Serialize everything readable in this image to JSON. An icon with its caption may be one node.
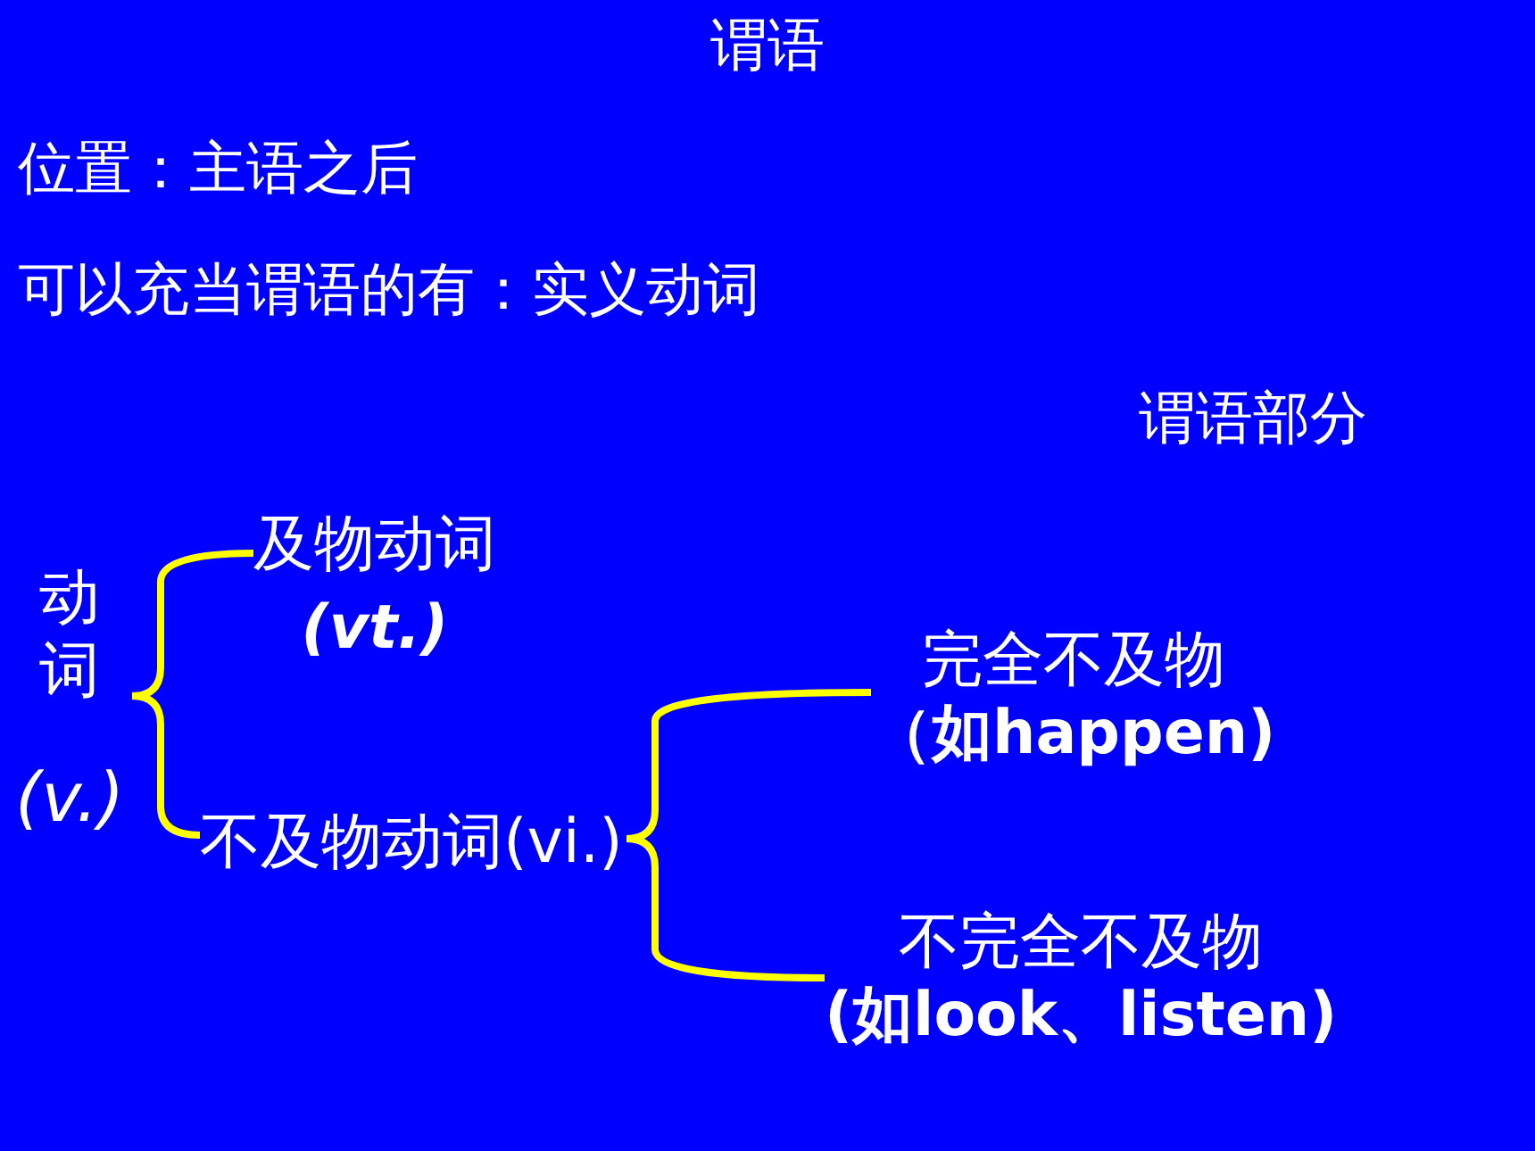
{
  "diagram": {
    "title": "谓语",
    "nodes": [
      {
        "text": [
          "动词",
          "(v.)"
        ]
      },
      {
        "text": [
          "及物动词",
          "(vt.)"
        ]
      },
      {
        "text": [
          "不及物动词(vi.)"
        ]
      },
      {
        "text": [
          "完全不及物",
          "（如happen)"
        ]
      },
      {
        "text": [
          "不完全不及物",
          "(如look、listen)"
        ]
      }
    ],
    "edges": [
      {
        "from": 0,
        "to": 1,
        "arrow": "none"
      },
      {
        "from": 0,
        "to": 2,
        "arrow": "none"
      },
      {
        "from": 2,
        "to": 3,
        "arrow": "none"
      },
      {
        "from": 2,
        "to": 4,
        "arrow": "none"
      }
    ],
    "labels": [
      "位置：主语之后",
      "可以充当谓语的有：实义动词",
      "谓语部分"
    ]
  }
}
